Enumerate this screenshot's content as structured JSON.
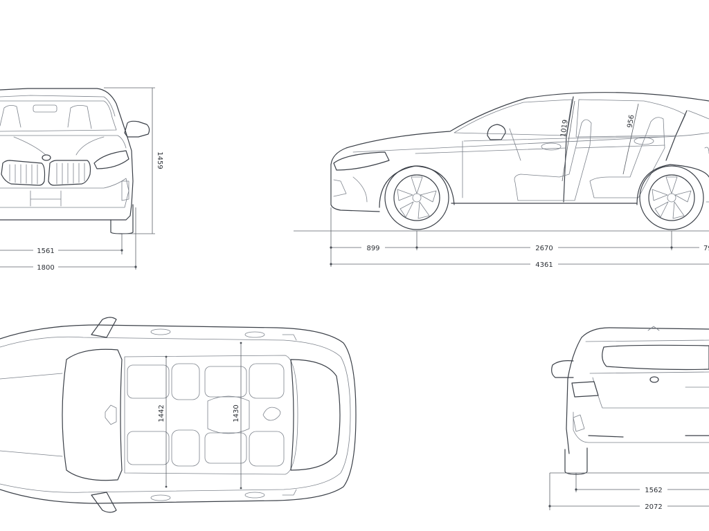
{
  "dimensions": {
    "front_track": "1561",
    "front_width": "1800",
    "front_height": "1459",
    "side_front_overhang": "899",
    "side_wheelbase": "2670",
    "side_rear_overhang": "79",
    "side_length": "4361",
    "side_headroom_front": "1019",
    "side_headroom_rear": "956",
    "top_shoulder_front": "1442",
    "top_shoulder_rear": "1430",
    "rear_track": "1562",
    "rear_width_mirrors": "2072"
  }
}
